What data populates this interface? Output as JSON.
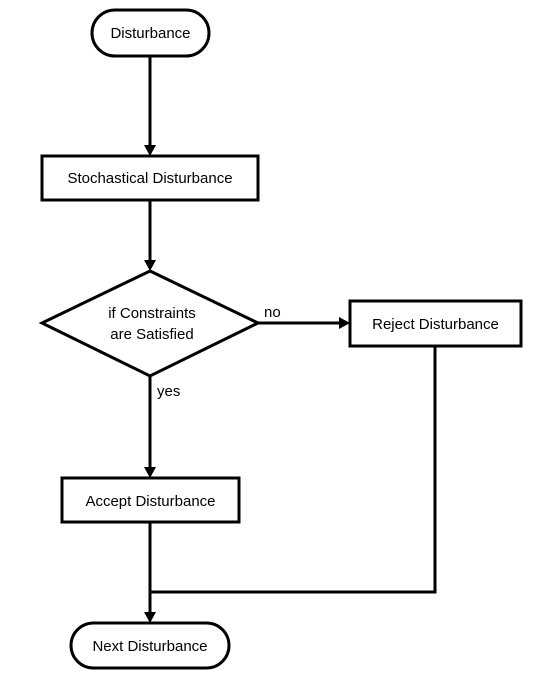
{
  "nodes": {
    "start": {
      "label": "Disturbance"
    },
    "stochastic": {
      "label": "Stochastical Disturbance"
    },
    "decision": {
      "line1": "if Constraints",
      "line2": "are Satisfied"
    },
    "reject": {
      "label": "Reject Disturbance"
    },
    "accept": {
      "label": "Accept Disturbance"
    },
    "end": {
      "label": "Next Disturbance"
    }
  },
  "edges": {
    "no_label": "no",
    "yes_label": "yes"
  }
}
